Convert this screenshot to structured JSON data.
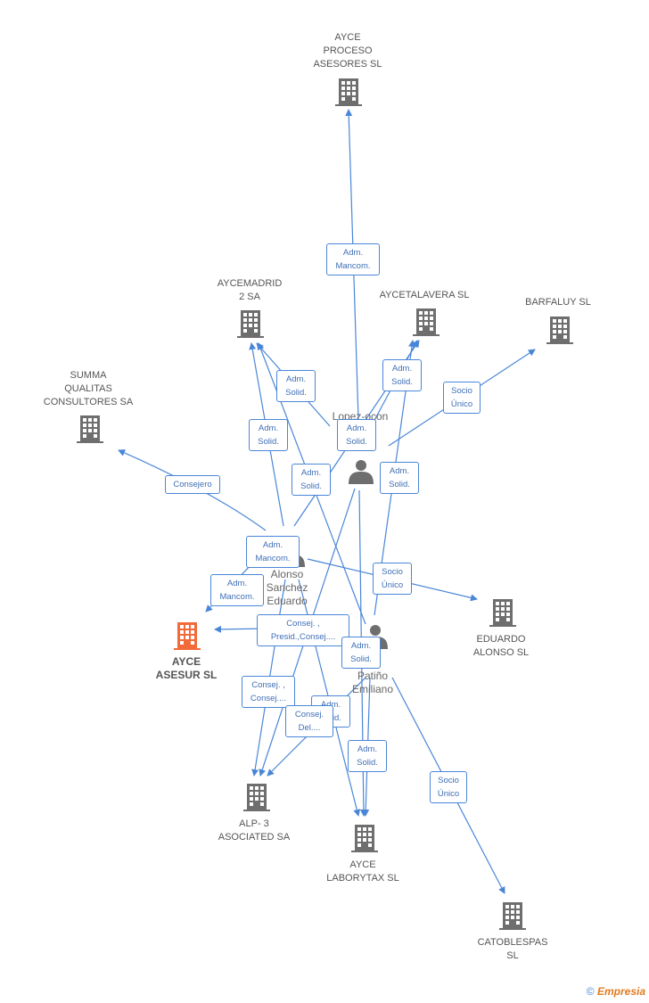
{
  "colors": {
    "edge": "#4a86d8",
    "building": "#6e6e6e",
    "focus": "#f26a3a",
    "person": "#6e6e6e"
  },
  "nodes": {
    "ayce_proceso": {
      "label": "AYCE\nPROCESO\nASESORES  SL",
      "icon": "building-icon"
    },
    "aycemadrid": {
      "label": "AYCEMADRID\n2 SA",
      "icon": "building-icon"
    },
    "aycetalavera": {
      "label": "AYCETALAVERA SL",
      "icon": "building-icon"
    },
    "barfaluy": {
      "label": "BARFALUY  SL",
      "icon": "building-icon"
    },
    "summa": {
      "label": "SUMMA\nQUALITAS\nCONSULTORES SA",
      "icon": "building-icon"
    },
    "ayce_asesur": {
      "label": "AYCE\nASESUR SL",
      "icon": "building-icon"
    },
    "eduardo_alonso": {
      "label": "EDUARDO\nALONSO SL",
      "icon": "building-icon"
    },
    "alp3": {
      "label": "ALP- 3\nASOCIATED SA",
      "icon": "building-icon"
    },
    "ayce_laborytax": {
      "label": "AYCE\nLABORYTAX SL",
      "icon": "building-icon"
    },
    "catoblespas": {
      "label": "CATOBLESPAS\nSL",
      "icon": "building-icon"
    },
    "person_lopez": {
      "label": "Lopez-ocon\n...y\n...",
      "icon": "person-icon"
    },
    "person_alonso": {
      "label": "Alonso\nSanchez\nEduardo",
      "icon": "person-icon"
    },
    "person_patino": {
      "label": "...s\nPatiño\nEmiliano",
      "icon": "person-icon"
    }
  },
  "edge_labels": [
    {
      "text": "Adm.\nMancom."
    },
    {
      "text": "Adm.\nSolid."
    },
    {
      "text": "Adm.\nSolid."
    },
    {
      "text": "Socio\nÚnico"
    },
    {
      "text": "Adm.\nSolid."
    },
    {
      "text": "Adm.\nSolid."
    },
    {
      "text": "Consejero"
    },
    {
      "text": "Adm.\nSolid."
    },
    {
      "text": "Adm.\nSolid."
    },
    {
      "text": "Adm.\nMancom."
    },
    {
      "text": "Socio\nÚnico"
    },
    {
      "text": "Adm.\nMancom."
    },
    {
      "text": "Consej. ,\nPresid.,Consej...."
    },
    {
      "text": "Adm.\nSolid."
    },
    {
      "text": "Consej. ,\nConsej...."
    },
    {
      "text": "Adm.\nSolid."
    },
    {
      "text": "Consej.\nDel...."
    },
    {
      "text": "Adm.\nSolid."
    },
    {
      "text": "Socio\nÚnico"
    }
  ],
  "footer": {
    "copyright": "©",
    "brand": "Empresia"
  }
}
